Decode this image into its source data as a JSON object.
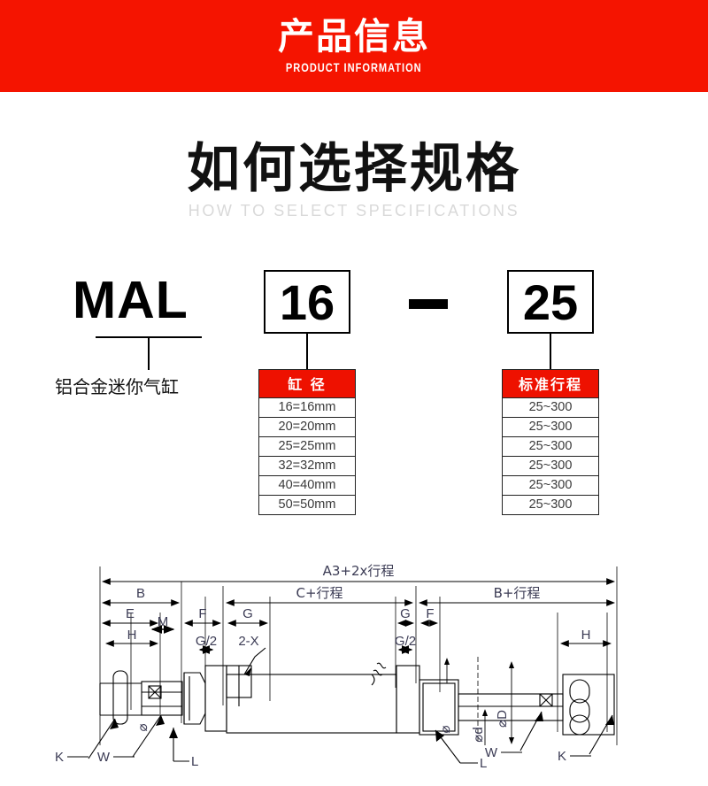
{
  "banner": {
    "title_cn": "产品信息",
    "title_en": "PRODUCT INFORMATION",
    "background": "#f51400"
  },
  "headline": {
    "cn": "如何选择规格",
    "en": "HOW TO SELECT SPECIFICATIONS"
  },
  "model_code": {
    "series": "MAL",
    "series_desc": "铝合金迷你气缸",
    "bore_value": "16",
    "separator": "–",
    "stroke_value": "25"
  },
  "bore_table": {
    "header": "缸 径",
    "header_color": "#ee1100",
    "rows": [
      "16=16mm",
      "20=20mm",
      "25=25mm",
      "32=32mm",
      "40=40mm",
      "50=50mm"
    ]
  },
  "stroke_table": {
    "header": "标准行程",
    "header_color": "#ee1100",
    "rows": [
      "25~300",
      "25~300",
      "25~300",
      "25~300",
      "25~300",
      "25~300"
    ]
  },
  "drawing": {
    "dim_total": "A3+2x行程",
    "dim_b": "B",
    "dim_c_stroke": "C+行程",
    "dim_b_stroke": "B+行程",
    "dim_e": "E",
    "dim_f_left": "F",
    "dim_f_right": "F",
    "dim_g_left": "G",
    "dim_g_right": "G",
    "dim_m": "M",
    "dim_h_left": "H",
    "dim_h_right": "H",
    "dim_g_half_left": "G/2",
    "dim_g_half_right": "G/2",
    "callout_port": "2-X",
    "callout_k_left": "K",
    "callout_w_left": "W",
    "callout_l_left": "L",
    "callout_l_right": "L",
    "callout_w_right": "W",
    "callout_k_right": "K",
    "dia_major": "⌀D",
    "dia_minor": "⌀d",
    "dia_rod_left": "⌀",
    "dia_rod_right": "⌀"
  }
}
